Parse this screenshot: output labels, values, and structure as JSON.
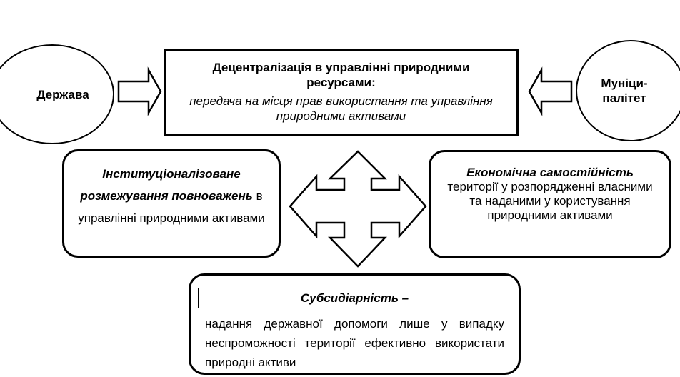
{
  "nodes": {
    "state": "Держава",
    "municipality": "Муніци-палітет",
    "decentralization": {
      "title": "Децентралізація в управлінні природними ресурсами:",
      "body": "передача на місця прав використання та управління природними активами"
    },
    "institutional": {
      "emphasis": "Інституціоналізоване розмежування повноважень",
      "rest": " в управлінні природними активами"
    },
    "economic": {
      "emphasis": "Економічна самостійність",
      "rest": "території у розпорядженні власними та наданими у користування природними активами"
    },
    "subsidiarity": {
      "title": "Субсидіарність –",
      "body": "надання державної допомоги лише у випадку неспроможності території ефективно використати природні активи"
    }
  }
}
